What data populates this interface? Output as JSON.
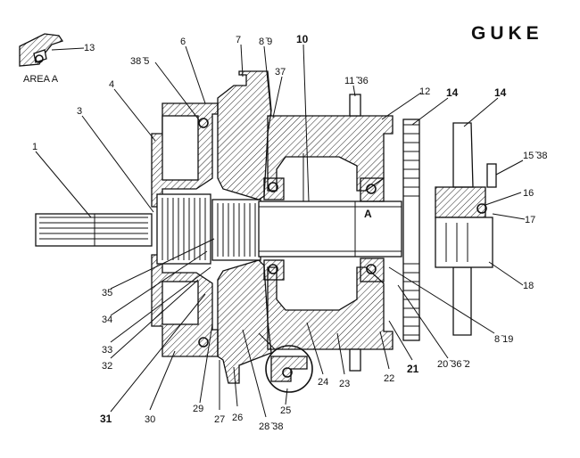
{
  "brand": "GUKE",
  "area_caption": "AREA A",
  "section_marker": "A",
  "callouts": {
    "c1": "1",
    "c3": "3",
    "c4": "4",
    "c6": "6",
    "c7": "7",
    "c8_9": "8 ̄9",
    "c10": "10",
    "c11_36": "11 ̄36",
    "c12": "12",
    "c13": "13",
    "c14a": "14",
    "c14b": "14",
    "c15_38": "15 ̄38",
    "c16": "16",
    "c17": "17",
    "c18": "18",
    "c8_19": "8 ̄19",
    "c20_36_2": "20 ̄36 ̄2",
    "c21": "21",
    "c22": "22",
    "c23": "23",
    "c24": "24",
    "c25": "25",
    "c26": "26",
    "c27": "27",
    "c28_38": "28 ̄38",
    "c29": "29",
    "c30": "30",
    "c31": "31",
    "c32": "32",
    "c33": "33",
    "c34": "34",
    "c35": "35",
    "c37": "37",
    "c38_5": "38 ̄5"
  }
}
